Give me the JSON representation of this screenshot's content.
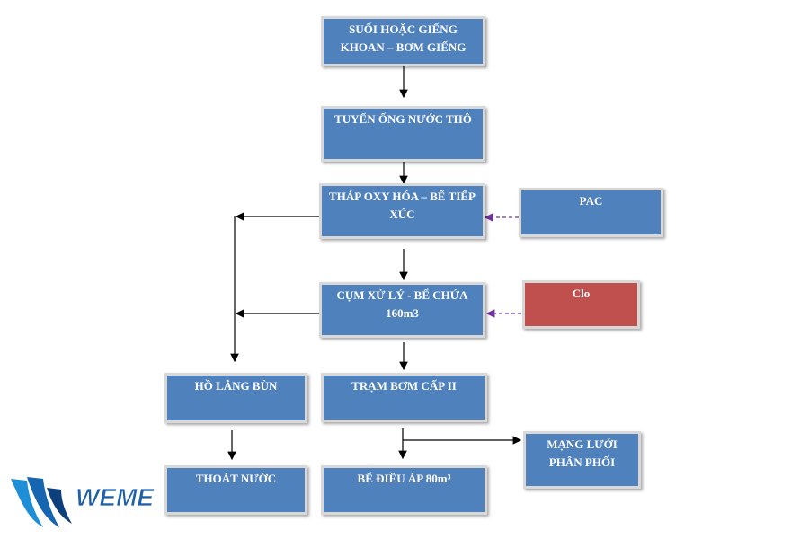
{
  "nodes": {
    "source": "SUỐI HOẶC GIẾNG KHOAN – BƠM GIẾNG",
    "raw_pipe": "TUYẾN ỐNG NƯỚC THÔ",
    "oxidation": "THÁP OXY HÓA – BỂ TIẾP XÚC",
    "treatment": "CỤM XỬ LÝ - BỂ CHỨA 160m3",
    "pump2": "TRẠM BƠM CẤP II",
    "sludge_pond": "HỒ LẮNG BÙN",
    "drainage": "THOÁT NƯỚC",
    "regulating_tank": "BỂ ĐIỀU ÁP 80m³",
    "pac": "PAC",
    "clo": "Clo",
    "network": "MẠNG LƯỚI PHÂN PHỐI"
  },
  "logo": {
    "text": "WEME"
  },
  "colors": {
    "box_blue": "#4f81bd",
    "box_red": "#c0504d",
    "dashed_arrow": "#7030a0",
    "arrow": "#000000"
  }
}
